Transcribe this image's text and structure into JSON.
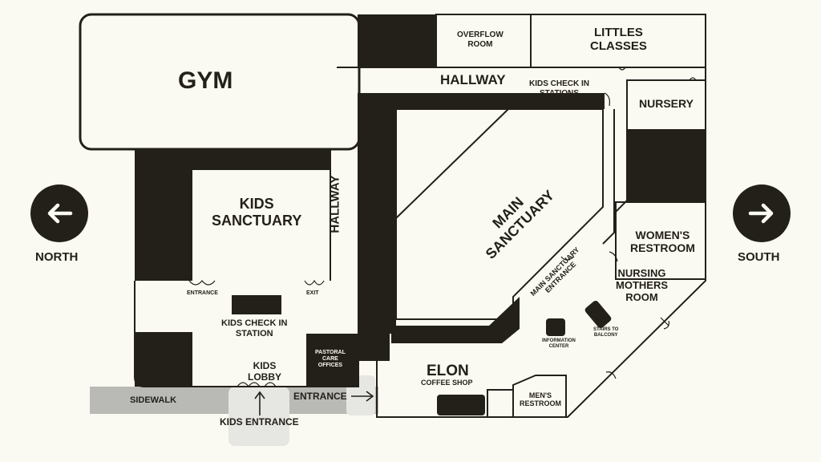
{
  "colors": {
    "wall": "#23201a",
    "background": "#fbfaf2",
    "sidewalk": "#b9b9b5",
    "entrance_pad": "#e6e6e2"
  },
  "nav": {
    "north": {
      "label": "NORTH",
      "icon": "arrow-left-icon"
    },
    "south": {
      "label": "SOUTH",
      "icon": "arrow-right-icon"
    }
  },
  "rooms": {
    "gym": "GYM",
    "overflow_room": "OVERFLOW\nROOM",
    "littles_classes": "LITTLES\nCLASSES",
    "hallway_top": "HALLWAY",
    "kids_check_in_stations": "KIDS CHECK IN\nSTATIONS",
    "nursery": "NURSERY",
    "kids_sanctuary": "KIDS\nSANCTUARY",
    "hallway_vertical": "HALLWAY",
    "main_sanctuary": "MAIN\nSANCTUARY",
    "womens_restroom": "WOMEN'S\nRESTROOM",
    "nursing_mothers_room": "NURSING\nMOTHERS\nROOM",
    "main_sanctuary_entrance": "MAIN SANCTUARY\nENTRANCE",
    "stairs_to_balcony": "STAIRS TO\nBALCONY",
    "information_center": "INFORMATION\nCENTER",
    "kids_entrance_door": "ENTRANCE",
    "kids_exit_door": "EXIT",
    "kids_check_in_station": "KIDS CHECK IN\nSTATION",
    "kids_lobby": "KIDS\nLOBBY",
    "pastoral_care_offices": "PASTORAL\nCARE\nOFFICES",
    "elon": "ELON",
    "coffee_shop": "COFFEE SHOP",
    "mens_restroom": "MEN'S\nRESTROOM",
    "sidewalk": "SIDEWALK",
    "main_entrance": "ENTRANCE",
    "kids_entrance": "KIDS ENTRANCE"
  }
}
